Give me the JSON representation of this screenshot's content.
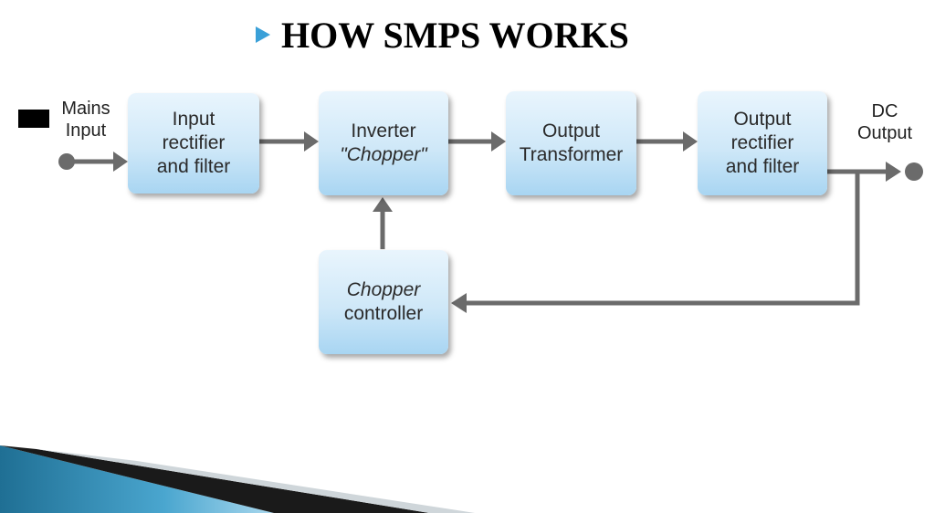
{
  "title": "HOW SMPS WORKS",
  "labels": {
    "mains_input": [
      "Mains",
      "Input"
    ],
    "dc_output": [
      "DC",
      "Output"
    ]
  },
  "blocks": {
    "input_rectifier": [
      "Input",
      "rectifier",
      "and filter"
    ],
    "inverter": [
      "Inverter",
      "\"Chopper\""
    ],
    "output_transformer": [
      "Output",
      "Transformer"
    ],
    "output_rectifier": [
      "Output",
      "rectifier",
      "and filter"
    ],
    "chopper_controller": [
      "Chopper",
      "controller"
    ]
  },
  "colors": {
    "bullet": "#3aa0d8",
    "wire": "#6b6b6b",
    "block_top": "#e9f5fd",
    "block_bottom": "#a8d5f2"
  }
}
